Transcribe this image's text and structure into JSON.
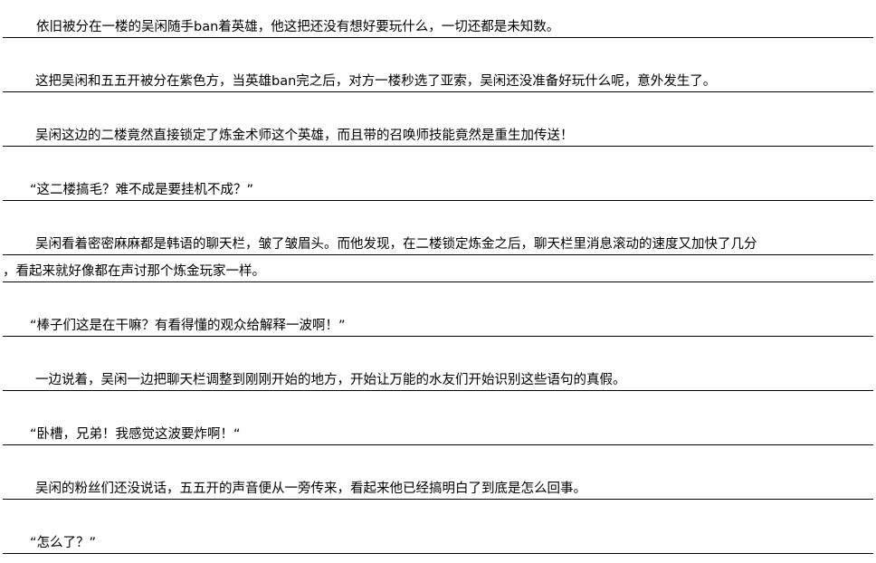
{
  "paragraphs": [
    {
      "lines": [
        "依旧被分在一楼的吴闲随手ban着英雄，他这把还没有想好要玩什么，一切还都是未知数。"
      ]
    },
    {
      "lines": [
        "这把吴闲和五五开被分在紫色方，当英雄ban完之后，对方一楼秒选了亚索，吴闲还没准备好玩什么呢，意外发生了。"
      ]
    },
    {
      "lines": [
        "吴闲这边的二楼竟然直接锁定了炼金术师这个英雄，而且带的召唤师技能竟然是重生加传送！"
      ]
    },
    {
      "lines": [
        "“这二楼搞毛？难不成是要挂机不成？”"
      ]
    },
    {
      "lines": [
        "吴闲看着密密麻麻都是韩语的聊天栏，皱了皱眉头。而他发现，在二楼锁定炼金之后，聊天栏里消息滚动的速度又加快了几分",
        "，看起来就好像都在声讨那个炼金玩家一样。"
      ]
    },
    {
      "lines": [
        "“棒子们这是在干嘛？有看得懂的观众给解释一波啊！”"
      ]
    },
    {
      "lines": [
        "一边说着，吴闲一边把聊天栏调整到刚刚开始的地方，开始让万能的水友们开始识别这些语句的真假。"
      ]
    },
    {
      "lines": [
        "“卧槽，兄弟！我感觉这波要炸啊！“"
      ]
    },
    {
      "lines": [
        "吴闲的粉丝们还没说话，五五开的声音便从一旁传来，看起来他已经搞明白了到底是怎么回事。"
      ]
    },
    {
      "lines": [
        "“怎么了？”"
      ]
    }
  ]
}
